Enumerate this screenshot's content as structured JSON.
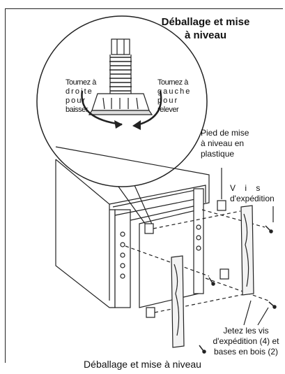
{
  "heading": {
    "line1": "Déballage et mise",
    "line2": "à niveau"
  },
  "left_note": [
    "Tournez à",
    "d r o i t e",
    "p o u r",
    "baisser"
  ],
  "right_note": [
    "Tournez à",
    "g a u c h e",
    "p o u r",
    "relever"
  ],
  "leveling_foot_label": [
    "Pied de mise",
    "à niveau en",
    "plastique"
  ],
  "shipping_screws_label": [
    "V    i    s",
    "d'expédition"
  ],
  "discard_label": [
    "Jetez les vis",
    "d'expédition (4) et",
    "bases en bois (2)"
  ],
  "caption": "Déballage et mise à niveau"
}
